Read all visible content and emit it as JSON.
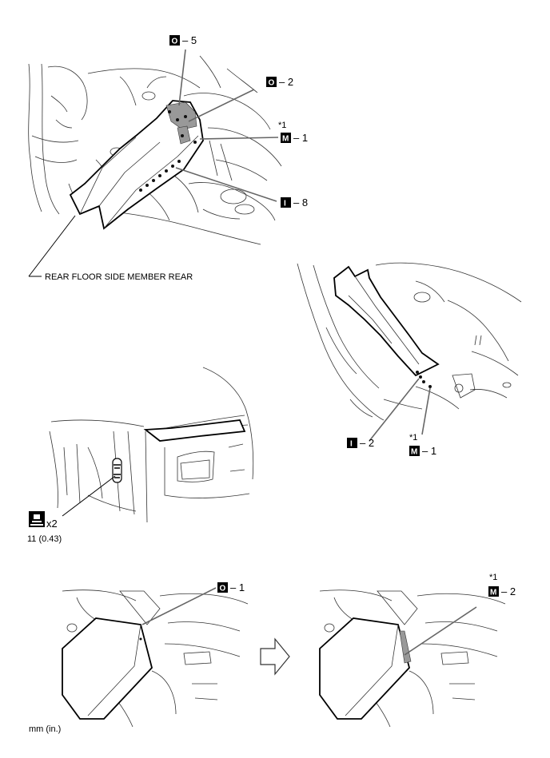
{
  "callouts": {
    "o5": {
      "badge": "O",
      "text": "– 5"
    },
    "o2": {
      "badge": "O",
      "text": "– 2"
    },
    "m1a_star": "*1",
    "m1a": {
      "badge": "M",
      "text": "– 1"
    },
    "i8": {
      "badge": "I",
      "text": "– 8"
    },
    "i2": {
      "badge": "I",
      "text": "– 2"
    },
    "m1b_star": "*1",
    "m1b": {
      "badge": "M",
      "text": "– 1"
    },
    "o1": {
      "badge": "O",
      "text": "– 1"
    },
    "m2_star": "*1",
    "m2": {
      "badge": "M",
      "text": "– 2"
    }
  },
  "part_name": "REAR FLOOR SIDE MEMBER REAR",
  "bolt": {
    "qty": "x2",
    "torque": "11 (0.43)",
    "icon": "bolt-tighten-icon"
  },
  "arrow_icon": "right-arrow-icon",
  "units_note": "mm (in.)"
}
